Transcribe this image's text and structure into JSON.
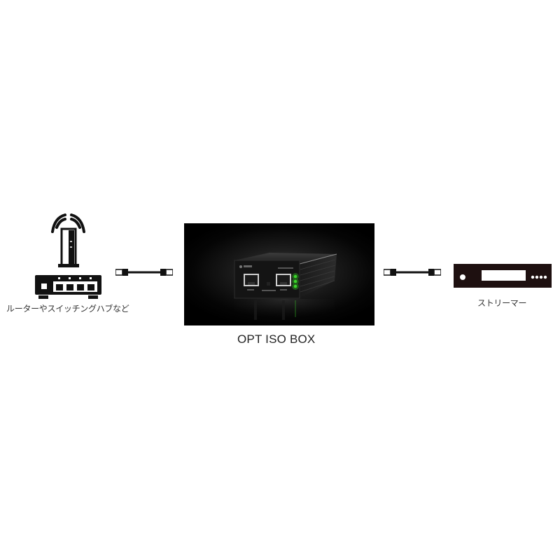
{
  "diagram": {
    "left_device": {
      "label": "ルーターやスイッチングハブなど",
      "icon": "router-icon",
      "ports": 4
    },
    "center_device": {
      "caption": "OPT ISO BOX",
      "image": "opt-iso-box-photo",
      "led_color": "#39d629",
      "leds": 3
    },
    "right_device": {
      "label": "ストリーマー",
      "icon": "streamer-icon"
    },
    "connections": [
      {
        "from": "left_device",
        "to": "center_device",
        "icon": "lan-cable-icon"
      },
      {
        "from": "center_device",
        "to": "right_device",
        "icon": "lan-cable-icon"
      }
    ]
  }
}
